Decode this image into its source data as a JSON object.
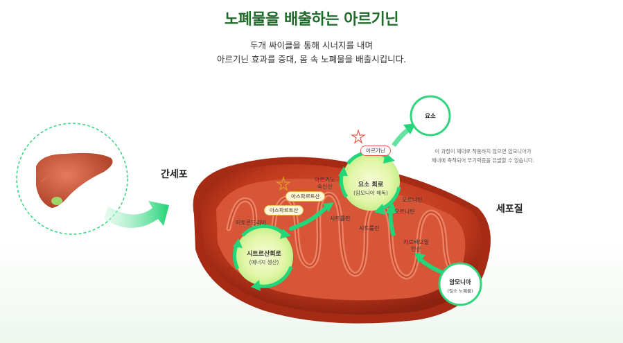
{
  "header": {
    "title": "노폐물을 배출하는 아르기닌",
    "subtitle_line1": "두개 싸이클을 통해 시너지를 내며",
    "subtitle_line2": "아르기닌 효과를 증대, 몸 속 노폐물을 배출시킵니다."
  },
  "diagram": {
    "liver_cell_label": "간세포",
    "cytoplasm_label": "세포질",
    "mitochondria_label": "미토콘드리아",
    "citric_cycle": {
      "title": "시트르산회로",
      "subtitle": "(에너지 생산)"
    },
    "urea_cycle": {
      "title": "요소 회로",
      "subtitle": "(암모니아 해독)"
    },
    "urea_output": "요소",
    "ammonia": {
      "title": "암모니아",
      "subtitle": "(질소 노폐물)"
    },
    "arginine_badge": "아르기닌",
    "aspartate_1": "아스파르트산",
    "aspartate_2": "아스파르트산",
    "argininosuccinate": "아르기노\n숙신산",
    "citrulline_1": "시트룰린",
    "citrulline_2": "시트룰린",
    "ornithine_1": "오르니틴",
    "ornithine_2": "오르니틴",
    "carbamoyl_phosphate": "카르바모일\n인산",
    "note": "이 과정이 제대로 작동하지 않으면 암모니아가\n체내에 축적되어 무기력증을 유발할 수 있습니다."
  },
  "colors": {
    "title_green": "#1f6b2a",
    "arrow_green": "#23d67a",
    "mito_red": "#c8381f",
    "cycle_fill": "#e8f7b8"
  }
}
